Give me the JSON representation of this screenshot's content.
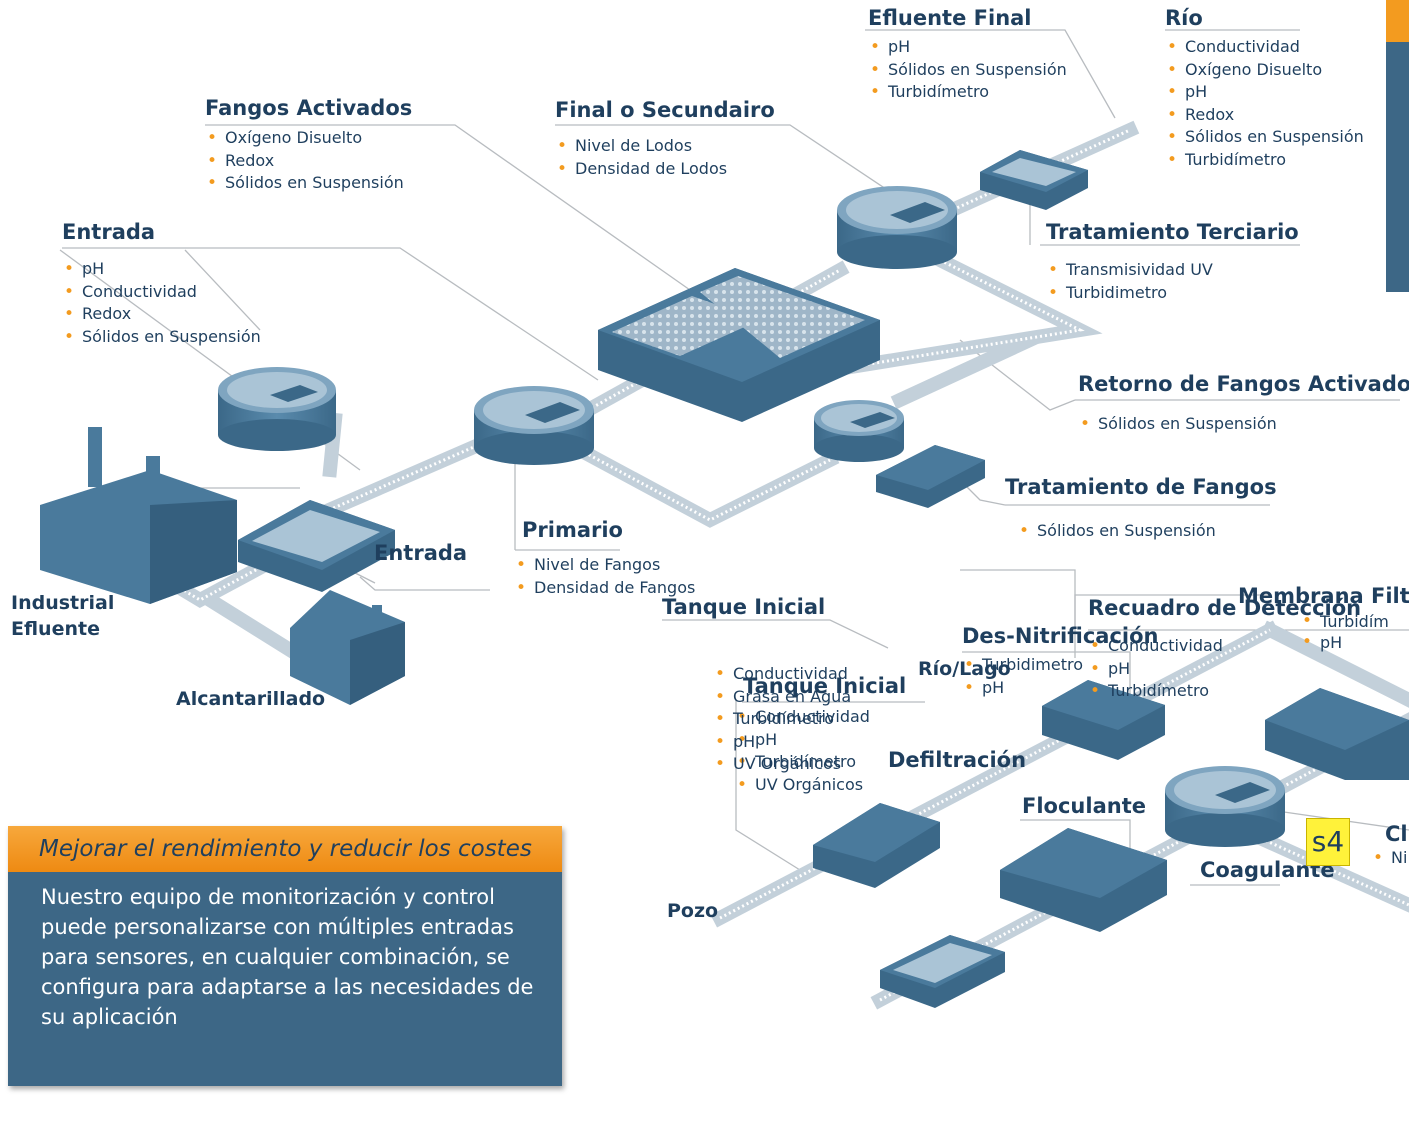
{
  "colors": {
    "accent": "#f39b1f",
    "navy": "#1f3f5e",
    "tank_blue": "#4a7a9c",
    "panel_blue": "#3d6786",
    "label_yellow": "#fff23a"
  },
  "labels": {
    "efluente_final": {
      "title": "Efluente Final",
      "items": [
        "pH",
        "Sólidos en Suspensión",
        "Turbidímetro"
      ]
    },
    "rio": {
      "title": "Río",
      "items": [
        "Conductividad",
        "Oxígeno Disuelto",
        "pH",
        "Redox",
        "Sólidos en Suspensión",
        "Turbidímetro"
      ]
    },
    "fangos_activados": {
      "title": "Fangos Activados",
      "items": [
        "Oxígeno Disuelto",
        "Redox",
        "Sólidos en Suspensión"
      ]
    },
    "final_secundario": {
      "title": "Final o Secundairo",
      "items": [
        "Nivel de Lodos",
        "Densidad de Lodos"
      ]
    },
    "entrada_top": {
      "title": "Entrada",
      "items": [
        "pH",
        "Conductividad",
        "Redox",
        "Sólidos en Suspensión"
      ]
    },
    "tratamiento_terciario": {
      "title": "Tratamiento Terciario",
      "items": [
        "Transmisividad UV",
        "Turbidimetro"
      ]
    },
    "retorno_fangos": {
      "title": "Retorno de Fangos Activados",
      "items": [
        "Sólidos en Suspensión"
      ]
    },
    "tratamiento_fangos": {
      "title": "Tratamiento de Fangos",
      "items": [
        "Sólidos en Suspensión"
      ]
    },
    "primario": {
      "title": "Primario",
      "items": [
        "Nivel de Fangos",
        "Densidad de Fangos"
      ]
    },
    "entrada_bottom": {
      "title": "Entrada"
    },
    "industrial": {
      "line1": "Industrial",
      "line2": "Efluente"
    },
    "alcantarillado": {
      "title": "Alcantarillado"
    },
    "membrana": {
      "title": "Membrana Filtr",
      "items": [
        "Turbidím",
        "pH"
      ]
    },
    "des_nitrificacion": {
      "title": "Des-Nitrificación",
      "items": [
        "Turbidimetro",
        "pH"
      ]
    },
    "tanque_inicial_1": {
      "title": "Tanque Inicial",
      "items": [
        "Conductividad",
        "pH",
        "Turbidímetro",
        "UV Orgánicos"
      ]
    },
    "defiltracion": {
      "title": "Defiltración"
    },
    "floculante": {
      "title": "Floculante"
    },
    "coagulante": {
      "title": "Coagulante"
    },
    "cl": {
      "title": "Cl",
      "items": [
        "Ni"
      ]
    },
    "pozo": {
      "title": "Pozo"
    },
    "tanque_inicial_2": {
      "title": "Tanque Inicial",
      "items": [
        "Conductividad",
        "Grasa en Agua",
        "Turbidímetro",
        "pH",
        "UV Orgánicos"
      ]
    },
    "rio_lago": {
      "title": "Río/Lago"
    },
    "recuadro": {
      "title": "Recuadro de Detección",
      "items": [
        "Conductividad",
        "pH",
        "Turbidímetro"
      ]
    }
  },
  "callout": {
    "title": "Mejorar el rendimiento y reducir los costes",
    "body": "Nuestro equipo de monitorización y control puede personalizarse con múltiples entradas para sensores, en cualquier combinación, se configura para adaptarse a las necesidades de su aplicación"
  },
  "tag": "s4"
}
